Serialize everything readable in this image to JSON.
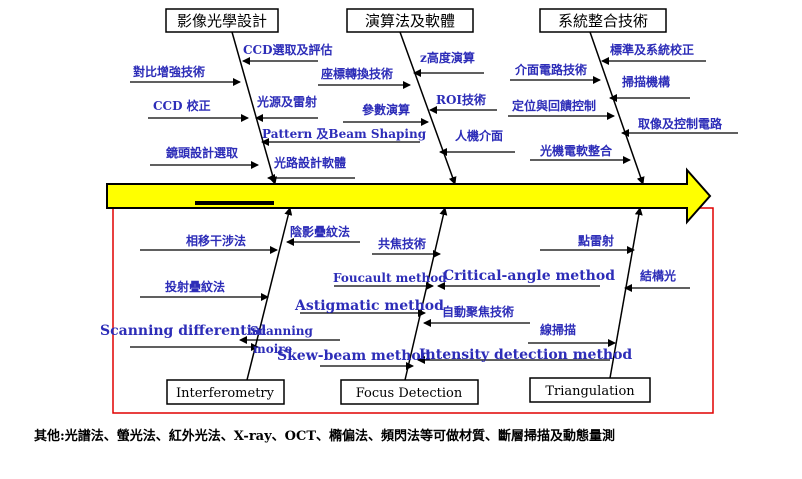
{
  "categories": {
    "top_left": "影像光學設計",
    "top_mid": "演算法及軟體",
    "top_right": "系統整合技術",
    "bottom_left": "Interferometry",
    "bottom_mid": "Focus Detection",
    "bottom_right": "Triangulation"
  },
  "causes": {
    "ccd_select": "CCD選取及評估",
    "contrast": "對比增強技術",
    "ccd_correct": "CCD 校正",
    "light_laser": "光源及雷射",
    "pattern": "Pattern 及Beam Shaping",
    "lens_design": "鏡頭設計選取",
    "optical_path": "光路設計軟體",
    "z_height": "z高度演算",
    "coord": "座標轉換技術",
    "param": "參數演算",
    "roi": "ROI技術",
    "hmi": "人機介面",
    "std_calib": "標準及系統校正",
    "circuit": "介面電路技術",
    "scan_mech": "掃描機構",
    "pos_control": "定位與回饋控制",
    "capture": "取像及控制電路",
    "optomech": "光機電軟整合",
    "phase_shift": "相移干涉法",
    "shadow_moire": "陰影疊紋法",
    "confocal": "共焦技術",
    "proj_moire": "投射疊紋法",
    "foucault": "Foucault method",
    "critical_angle": "Critical-angle method",
    "astigmatic": "Astigmatic method",
    "auto_focus": "自動聚焦技術",
    "scan_diff": "Scanning differential",
    "scan_moire_1": "Scanning",
    "scan_moire_2": "moire",
    "skew_beam": "Skew-beam method",
    "intensity": "Intensity detection method",
    "line_scan": "線掃描",
    "point_laser": "點雷射",
    "structured": "結構光"
  },
  "footer": "其他:光譜法、螢光法、紅外光法、X-ray、OCT、橢偏法、頻閃法等可做材質、斷層掃描及動態量測",
  "colors": {
    "spine": "#ffff00",
    "spine_border": "#000000",
    "label_text": "#2d2db8",
    "red_box": "#e00000"
  }
}
